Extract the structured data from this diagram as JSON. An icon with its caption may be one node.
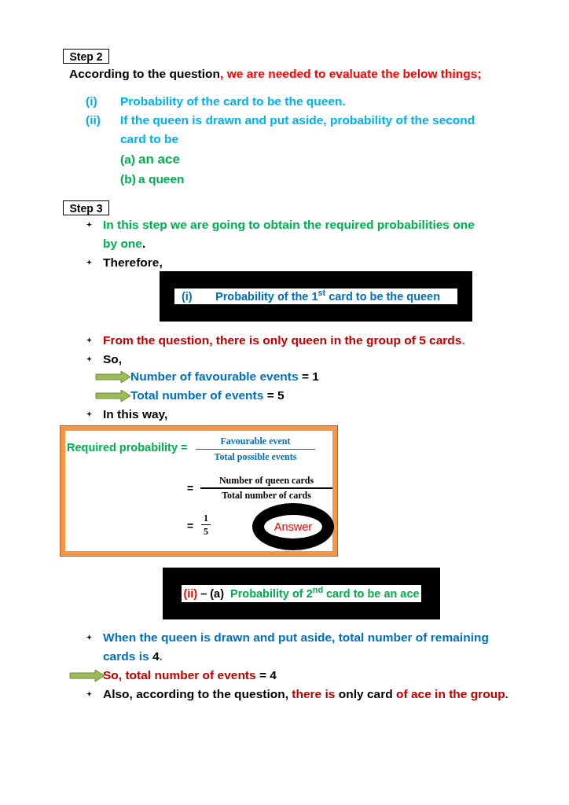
{
  "diagram": {
    "nodes": [
      {
        "text": [
          "Step 2"
        ]
      },
      {
        "text": [
          "Step 3"
        ]
      },
      {
        "text": [
          "(i)",
          "Probability of the 1$^{st}$ card to be the queen"
        ]
      },
      {
        "text": [
          "Required probability =",
          "Favourable event",
          "Total possible events",
          "=",
          "Number of queen cards",
          "Total number of cards",
          "=",
          "1",
          "5"
        ]
      },
      {
        "text": [
          "Answer"
        ],
        "in": 3
      },
      {
        "text": [
          "(ii)",
          "– (a)",
          "Probability of 2$^{nd}$ card to be an ace"
        ]
      }
    ],
    "edges": [],
    "labels": [
      "According to the question",
      ", we are needed to evaluate the below things;",
      "(i)",
      "Probability of the card to be the queen.",
      "(ii)",
      "If the queen is drawn and put aside, probability of the second card to be",
      "(a)",
      "an ace",
      "(b)",
      "a queen",
      "In this step we are going to obtain the required probabilities one by one",
      ".",
      "Therefore,",
      "From the question, there is only queen in the group of 5 cards",
      ".",
      "So,",
      "Number of favourable events",
      "= 1",
      "Total number of events",
      "= 5",
      "In this way,",
      "When the queen is drawn and put aside, total number of remaining cards is",
      "4",
      ".",
      "So, total number of events",
      "= 4",
      "Also, according to the question,",
      "there is",
      "only card",
      "of ace in the group."
    ]
  }
}
